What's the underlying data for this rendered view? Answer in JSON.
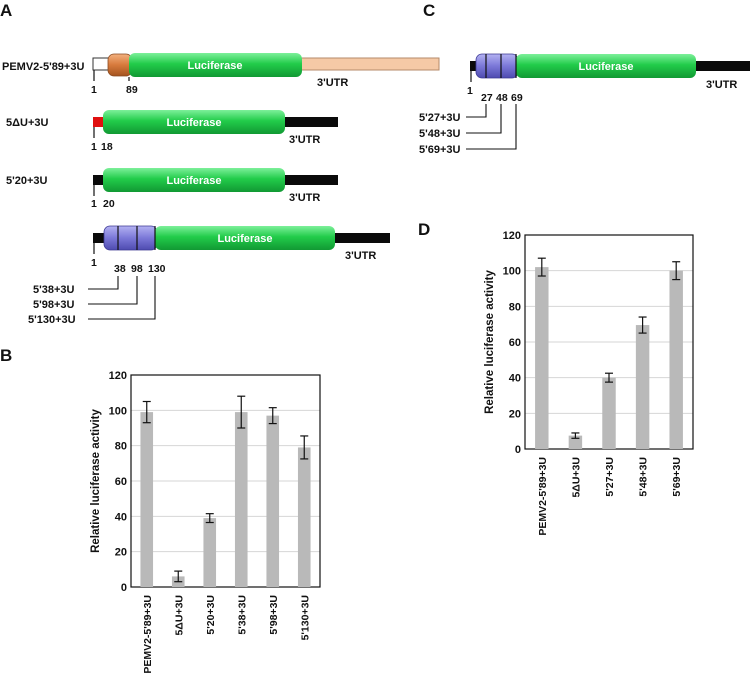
{
  "panels": {
    "A": {
      "letter": "A",
      "constructs": [
        {
          "name": "PEMV2-5'89+3U",
          "positions": [
            "1",
            "89"
          ],
          "gene": "Luciferase",
          "utr": "3'UTR"
        },
        {
          "name": "5ΔU+3U",
          "positions": [
            "1",
            "18"
          ],
          "gene": "Luciferase",
          "utr": "3'UTR"
        },
        {
          "name": "5'20+3U",
          "positions": [
            "1",
            "20"
          ],
          "gene": "Luciferase",
          "utr": "3'UTR"
        },
        {
          "name": "",
          "positions": [
            "1",
            "38",
            "98",
            "130"
          ],
          "gene": "Luciferase",
          "utr": "3'UTR"
        }
      ],
      "callouts": [
        "5'38+3U",
        "5'98+3U",
        "5'130+3U"
      ]
    },
    "C": {
      "letter": "C",
      "construct": {
        "positions": [
          "1",
          "27",
          "48",
          "69"
        ],
        "gene": "Luciferase",
        "utr": "3'UTR"
      },
      "callouts": [
        "5'27+3U",
        "5'48+3U",
        "5'69+3U"
      ]
    },
    "B": {
      "letter": "B"
    },
    "D": {
      "letter": "D"
    }
  },
  "colors": {
    "cap_orange": "#d77a3c",
    "stub_red": "#e01010",
    "utr_peach": "#f5c9a6",
    "luciferase_green": "#22cc4a",
    "domain_blue": "#7b78d8",
    "bar_grey": "#b9b9b9"
  },
  "chart_data": [
    {
      "type": "bar",
      "panel": "B",
      "ylabel": "Relative luciferase activity",
      "xlabel": "",
      "ylim": [
        0,
        120
      ],
      "yticks": [
        0,
        20,
        40,
        60,
        80,
        100,
        120
      ],
      "categories": [
        "PEMV2-5'89+3U",
        "5ΔU+3U",
        "5'20+3U",
        "5'38+3U",
        "5'98+3U",
        "5'130+3U"
      ],
      "values": [
        99,
        6,
        39,
        99,
        97,
        79
      ],
      "errors": [
        6,
        3,
        2.5,
        9,
        4.5,
        6.5
      ],
      "grid": true,
      "legend": "none"
    },
    {
      "type": "bar",
      "panel": "D",
      "ylabel": "Relative luciferase activity",
      "xlabel": "",
      "ylim": [
        0,
        120
      ],
      "yticks": [
        0,
        20,
        40,
        60,
        80,
        100,
        120
      ],
      "categories": [
        "PEMV2-5'89+3U",
        "5ΔU+3U",
        "5'27+3U",
        "5'48+3U",
        "5'69+3U"
      ],
      "values": [
        102,
        7.5,
        40,
        69.5,
        100
      ],
      "errors": [
        5,
        1.5,
        2.5,
        4.5,
        5
      ],
      "grid": true,
      "legend": "none"
    }
  ]
}
